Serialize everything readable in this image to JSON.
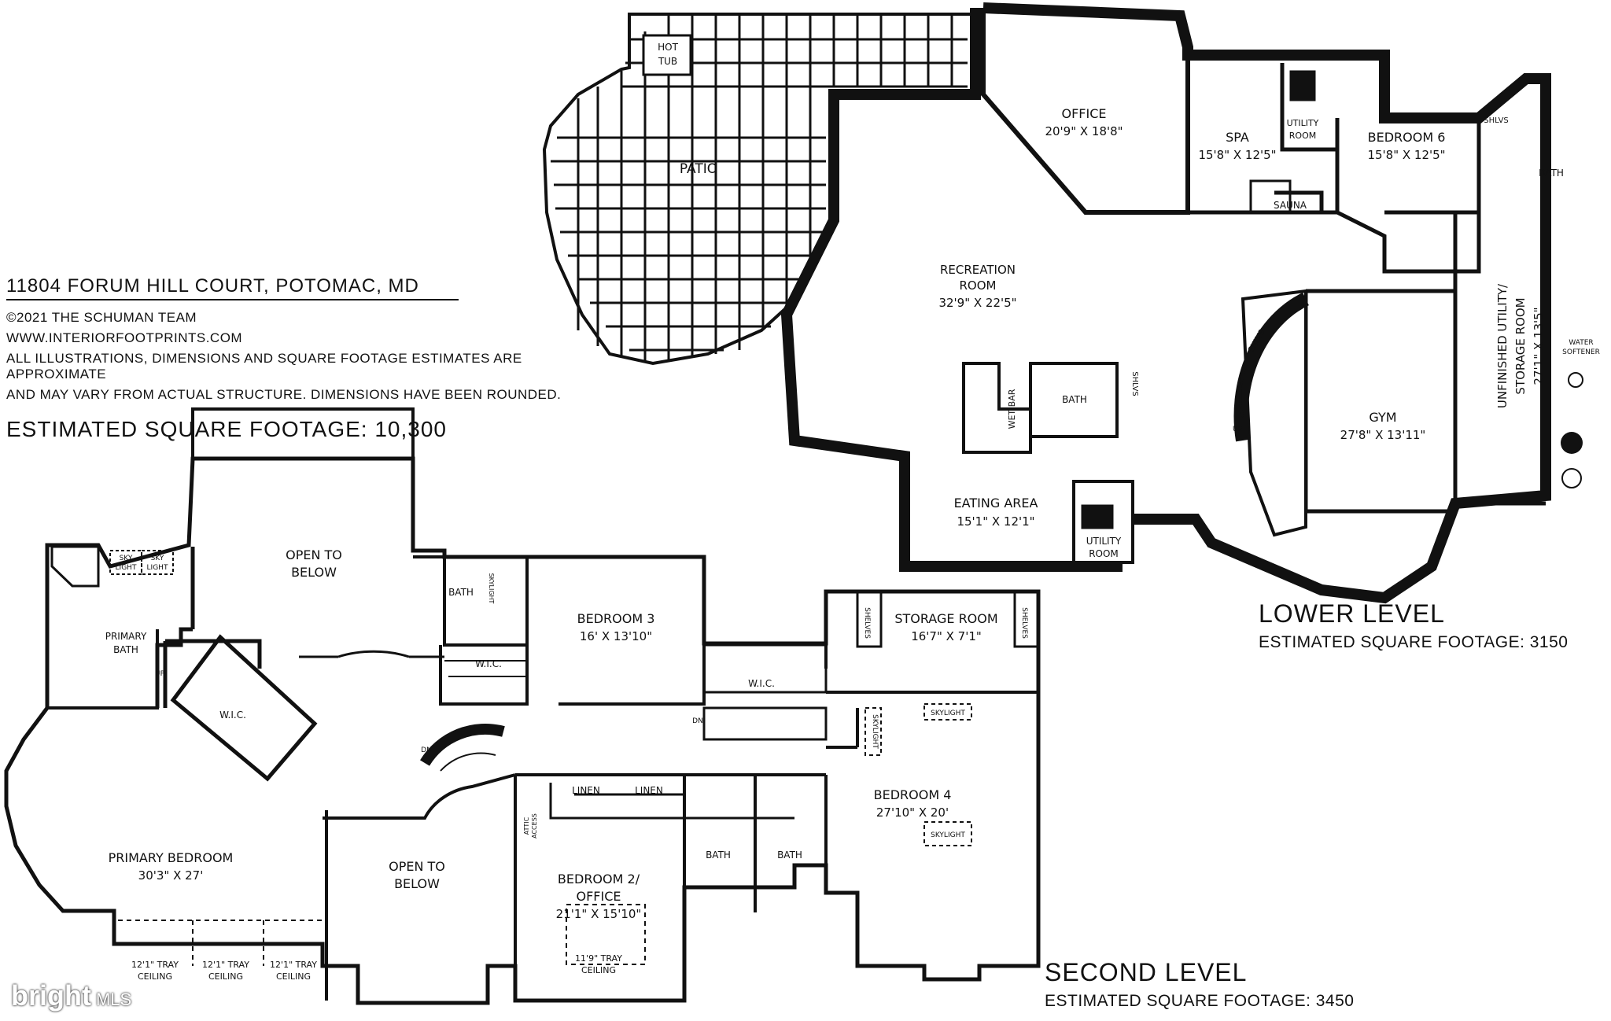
{
  "property": {
    "address": "11804 FORUM HILL COURT, POTOMAC, MD",
    "copyright": "©2021 THE SCHUMAN TEAM",
    "website": "WWW.INTERIORFOOTPRINTS.COM",
    "disclaimer_1": "ALL ILLUSTRATIONS, DIMENSIONS AND SQUARE FOOTAGE ESTIMATES ARE APPROXIMATE",
    "disclaimer_2": "AND MAY VARY FROM ACTUAL STRUCTURE. DIMENSIONS HAVE BEEN ROUNDED.",
    "total_sqft": "ESTIMATED SQUARE FOOTAGE: 10,300"
  },
  "lower_level": {
    "title": "LOWER LEVEL",
    "sqft": "ESTIMATED SQUARE FOOTAGE: 3150",
    "rooms": {
      "hot_tub_1": "HOT",
      "hot_tub_2": "TUB",
      "patio": "PATIO",
      "office_name": "OFFICE",
      "office_dim": "20'9\" X 18'8\"",
      "spa_name": "SPA",
      "spa_dim": "15'8\" X 12'5\"",
      "utility_top_1": "UTILITY",
      "utility_top_2": "ROOM",
      "sauna": "SAUNA",
      "bed6_name": "BEDROOM 6",
      "bed6_dim": "15'8\" X 12'5\"",
      "shlvs_top": "SHLVS",
      "bath_right": "BATH",
      "rec_1": "RECREATION",
      "rec_2": "ROOM",
      "rec_dim": "32'9\" X 22'5\"",
      "wet_bar": "WET BAR",
      "bath_mid": "BATH",
      "shlvs_mid": "SHLVS",
      "shlvs_stair": "SHLVS",
      "up": "UP",
      "gym_name": "GYM",
      "gym_dim": "27'8\" X 13'11\"",
      "unf_1": "UNFINISHED UTILITY/",
      "unf_2": "STORAGE ROOM",
      "unf_dim": "27'1\" X 13'5\"",
      "water_1": "WATER",
      "water_2": "SOFTENER",
      "eating_name": "EATING AREA",
      "eating_dim": "15'1\" X 12'1\"",
      "utility_low_1": "UTILITY",
      "utility_low_2": "ROOM"
    }
  },
  "second_level": {
    "title": "SECOND LEVEL",
    "sqft": "ESTIMATED SQUARE FOOTAGE: 3450",
    "rooms": {
      "sky_1a": "SKY",
      "sky_1b": "LIGHT",
      "sky_2a": "SKY",
      "sky_2b": "LIGHT",
      "pbath_1": "PRIMARY",
      "pbath_2": "BATH",
      "up": "UP",
      "wic_primary": "W.I.C.",
      "otb1_1": "OPEN TO",
      "otb1_2": "BELOW",
      "bath_b3": "BATH",
      "skylight_b3": "SKYLIGHT",
      "wic_b3": "W.I.C.",
      "bed3_name": "BEDROOM 3",
      "bed3_dim": "16' X 13'10\"",
      "wic_mid": "W.I.C.",
      "dn_right": "DN",
      "shelves_l": "SHELVES",
      "shelves_r": "SHELVES",
      "storage_name": "STORAGE ROOM",
      "storage_dim": "16'7\" X 7'1\"",
      "skylight_a": "SKYLIGHT",
      "skylight_b": "SKYLIGHT",
      "skylight_c": "SKYLIGHT",
      "bed4_name": "BEDROOM 4",
      "bed4_dim": "27'10\" X 20'",
      "dn_stair": "DN",
      "linen_1": "LINEN",
      "linen_2": "LINEN",
      "attic_1": "ATTIC",
      "attic_2": "ACCESS",
      "bath_a": "BATH",
      "bath_b": "BATH",
      "primary_name": "PRIMARY BEDROOM",
      "primary_dim": "30'3\" X 27'",
      "otb2_1": "OPEN TO",
      "otb2_2": "BELOW",
      "bed2_1": "BEDROOM 2/",
      "bed2_2": "OFFICE",
      "bed2_dim": "21'1\" X 15'10\"",
      "tray_a1": "12'1\" TRAY",
      "tray_a2": "CEILING",
      "tray_b1": "12'1\" TRAY",
      "tray_b2": "CEILING",
      "tray_c1": "12'1\" TRAY",
      "tray_c2": "CEILING",
      "tray_d1": "11'9\" TRAY",
      "tray_d2": "CEILING"
    }
  },
  "watermark": {
    "brand": "bright",
    "suffix": "MLS"
  }
}
